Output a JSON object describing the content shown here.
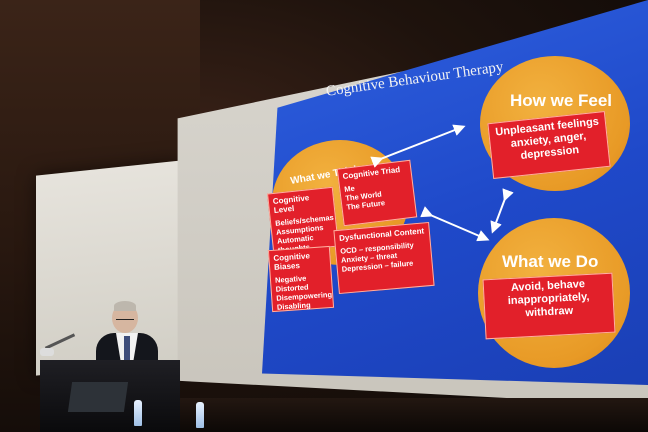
{
  "slide": {
    "title": "Cognitive Behaviour Therapy",
    "think": {
      "title": "What we Think",
      "level": {
        "heading": "Cognitive Level",
        "lines": [
          "Beliefs/schemas",
          "Assumptions",
          "Automatic thoughts"
        ]
      },
      "triad": {
        "heading": "Cognitive Triad",
        "lines": [
          "Me",
          "The World",
          "The Future"
        ]
      },
      "biases": {
        "heading": "Cognitive Biases",
        "lines": [
          "Negative",
          "Distorted",
          "Disempowering",
          "Disabling"
        ]
      },
      "content": {
        "heading": "Dysfunctional Content",
        "lines": [
          "OCD – responsibility",
          "Anxiety – threat",
          "Depression – failure"
        ]
      }
    },
    "feel": {
      "title": "How we Feel",
      "lines": [
        "Unpleasant feelings",
        "anxiety, anger,",
        "depression"
      ]
    },
    "do": {
      "title": "What we Do",
      "lines": [
        "Avoid, behave",
        "inappropriately,",
        "withdraw"
      ]
    }
  },
  "colors": {
    "slide_bg": "#2450d4",
    "circle": "#e89a26",
    "box": "#e2202a",
    "text": "#ffffff"
  }
}
